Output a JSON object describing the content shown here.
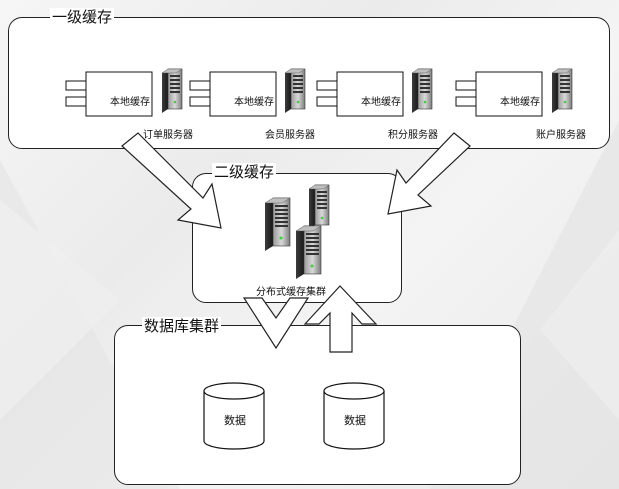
{
  "level1": {
    "title": "一级缓存",
    "servers": [
      {
        "cache_label": "本地缓存",
        "server_label": "订单服务器"
      },
      {
        "cache_label": "本地缓存",
        "server_label": "会员服务器"
      },
      {
        "cache_label": "本地缓存",
        "server_label": "积分服务器"
      },
      {
        "cache_label": "本地缓存",
        "server_label": "账户服务器"
      }
    ]
  },
  "level2": {
    "title": "二级缓存",
    "cluster_label": "分布式缓存集群"
  },
  "database": {
    "title": "数据库集群",
    "nodes": [
      {
        "label": "数据"
      },
      {
        "label": "数据"
      }
    ]
  }
}
